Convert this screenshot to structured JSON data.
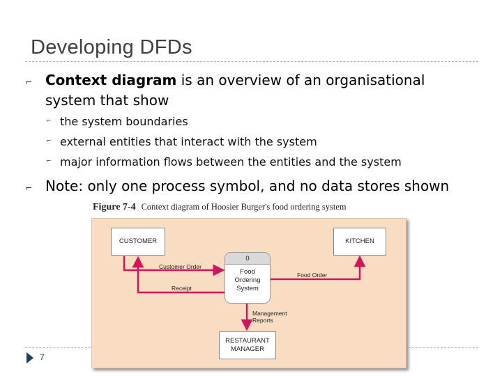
{
  "slide": {
    "title": "Developing DFDs",
    "bullet1": {
      "bold": "Context diagram",
      "rest": " is an overview of an organisational system that show"
    },
    "sub_bullets": [
      "the system boundaries",
      "external entities that interact with the system",
      "major information flows between the entities and the system"
    ],
    "bullet2": "Note: only one process symbol, and no data stores shown",
    "page_number": "7"
  },
  "figure": {
    "label": "Figure 7-4",
    "caption": "Context diagram of Hoosier Burger's food ordering system",
    "entities": {
      "customer": "CUSTOMER",
      "kitchen": "KITCHEN",
      "manager_line1": "RESTAURANT",
      "manager_line2": "MANAGER"
    },
    "process": {
      "number": "0",
      "name_line1": "Food",
      "name_line2": "Ordering",
      "name_line3": "System"
    },
    "flows": {
      "customer_order": "Customer Order",
      "receipt": "Receipt",
      "food_order": "Food Order",
      "management_line1": "Management",
      "management_line2": "Reports"
    },
    "colors": {
      "panel": "#f8ddc2",
      "flow_arrow": "#d4145a"
    }
  }
}
